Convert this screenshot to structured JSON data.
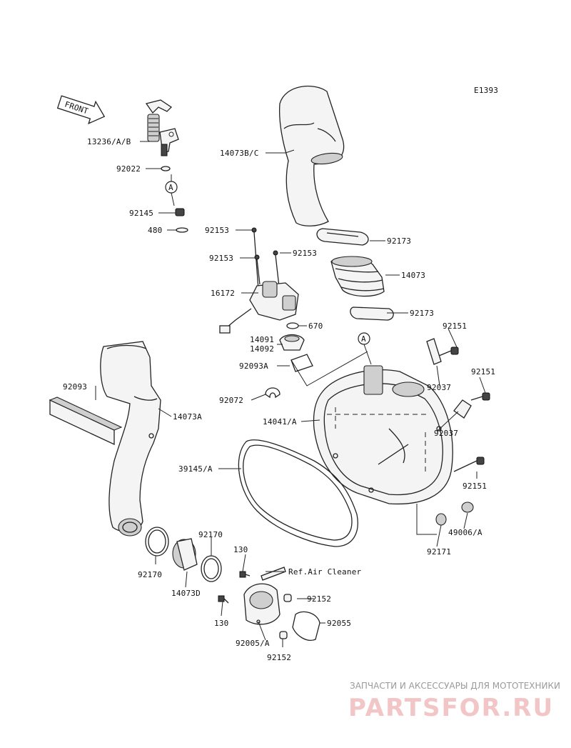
{
  "diagram_id": "E1393",
  "front_label": "FRONT",
  "callout_letter": "A",
  "parts": {
    "p13236": "13236/A/B",
    "p92022": "92022",
    "p92145": "92145",
    "p480": "480",
    "p14073bc": "14073B/C",
    "p92173a": "92173",
    "p14073": "14073",
    "p92173b": "92173",
    "p92153a": "92153",
    "p92153b": "92153",
    "p92153c": "92153",
    "p16172": "16172",
    "p670": "670",
    "p14091": "14091",
    "p14092": "14092",
    "p92093a": "92093A",
    "p92072": "92072",
    "p14041a": "14041/A",
    "p92151a": "92151",
    "p92037a": "92037",
    "p92151b": "92151",
    "p92037b": "92037",
    "p92151c": "92151",
    "p49006a": "49006/A",
    "p92171": "92171",
    "p92093": "92093",
    "p14073a": "14073A",
    "p39145a": "39145/A",
    "p92170a": "92170",
    "p92170b": "92170",
    "p14073d": "14073D",
    "p130a": "130",
    "p130b": "130",
    "ref_air_cleaner": "Ref.Air Cleaner",
    "p92152a": "92152",
    "p92152b": "92152",
    "p92055": "92055",
    "p92005a": "92005/A"
  },
  "watermark": {
    "tagline": "ЗАПЧАСТИ И АКСЕССУАРЫ ДЛЯ МОТОТЕХНИКИ",
    "brand": "PARTSFOR.RU"
  }
}
